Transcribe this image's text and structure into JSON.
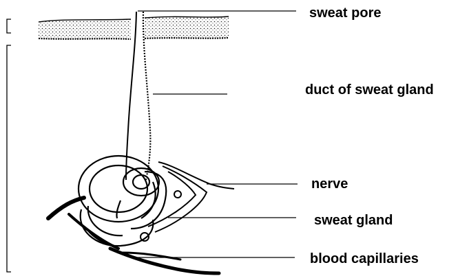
{
  "labels": {
    "sweat_pore": "sweat pore",
    "duct": "duct of sweat gland",
    "nerve": "nerve",
    "sweat_gland": "sweat gland",
    "blood_capillaries": "blood capillaries"
  },
  "colors": {
    "ink": "#000000",
    "paper": "#ffffff",
    "stipple": "#bdbdbd"
  }
}
